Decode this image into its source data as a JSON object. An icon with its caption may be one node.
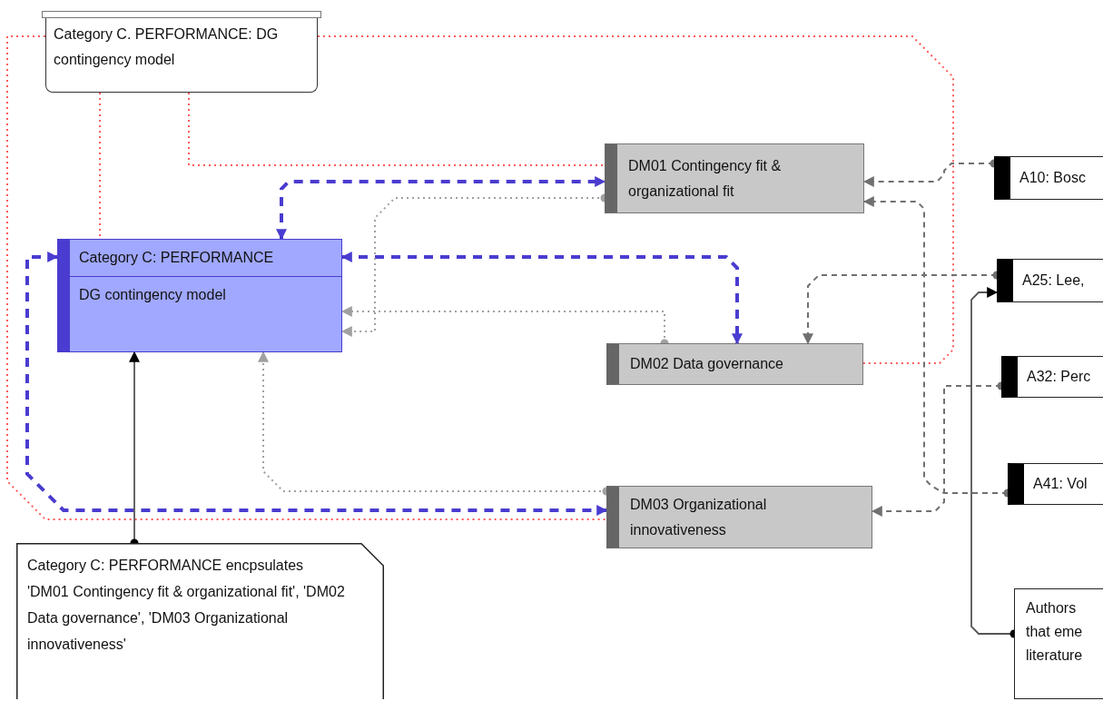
{
  "diagram": {
    "nodes": [
      {
        "text": [
          "Category C. PERFORMANCE: DG contingency model"
        ]
      },
      {
        "text": [
          "Category C: PERFORMANCE",
          "DG contingency model"
        ]
      },
      {
        "text": [
          "DM01 Contingency fit & organizational fit"
        ]
      },
      {
        "text": [
          "DM02 Data governance"
        ]
      },
      {
        "text": [
          "DM03 Organizational innovativeness"
        ]
      },
      {
        "text": [
          "A10: Bosc"
        ]
      },
      {
        "text": [
          "A25: Lee,"
        ]
      },
      {
        "text": [
          "A32: Perc"
        ]
      },
      {
        "text": [
          "A41: Vol"
        ]
      },
      {
        "text": [
          "Authors that eme literature"
        ]
      },
      {
        "text": [
          "Category C: PERFORMANCE encpsulates 'DM01 Contingency fit & organizational fit', 'DM02 Data governance', 'DM03 Organizational innovativeness'"
        ]
      }
    ],
    "edges": [
      {
        "from": 0,
        "to": 1,
        "arrow": "none",
        "style": "dashed",
        "color": "#ff5a5a"
      },
      {
        "from": 0,
        "to": 2,
        "arrow": "none",
        "style": "dashed",
        "color": "#ff5a5a"
      },
      {
        "from": 0,
        "to": 3,
        "arrow": "none",
        "style": "dashed",
        "color": "#ff5a5a"
      },
      {
        "from": 0,
        "to": 4,
        "arrow": "none",
        "style": "dashed",
        "color": "#ff5a5a"
      },
      {
        "from": 1,
        "to": 2,
        "arrow": "both",
        "style": "dashed",
        "color": "#4a3cd0"
      },
      {
        "from": 1,
        "to": 3,
        "arrow": "both",
        "style": "dashed",
        "color": "#4a3cd0"
      },
      {
        "from": 1,
        "to": 4,
        "arrow": "both",
        "style": "dashed",
        "color": "#4a3cd0"
      },
      {
        "from": 2,
        "to": 1,
        "arrow": "to",
        "style": "dashed",
        "color": "#a0a0a0"
      },
      {
        "from": 3,
        "to": 1,
        "arrow": "to",
        "style": "dashed",
        "color": "#a0a0a0"
      },
      {
        "from": 4,
        "to": 1,
        "arrow": "to",
        "style": "dashed",
        "color": "#a0a0a0"
      },
      {
        "from": 5,
        "to": 2,
        "arrow": "to",
        "style": "dashed",
        "color": "#707070"
      },
      {
        "from": 6,
        "to": 3,
        "arrow": "to",
        "style": "dashed",
        "color": "#707070"
      },
      {
        "from": 7,
        "to": 4,
        "arrow": "to",
        "style": "dashed",
        "color": "#707070"
      },
      {
        "from": 8,
        "to": 2,
        "arrow": "to",
        "style": "dashed",
        "color": "#707070"
      },
      {
        "from": 10,
        "to": 1,
        "arrow": "to",
        "color": "#555555"
      },
      {
        "from": 9,
        "to": 6,
        "arrow": "to",
        "color": "#555555"
      }
    ]
  }
}
